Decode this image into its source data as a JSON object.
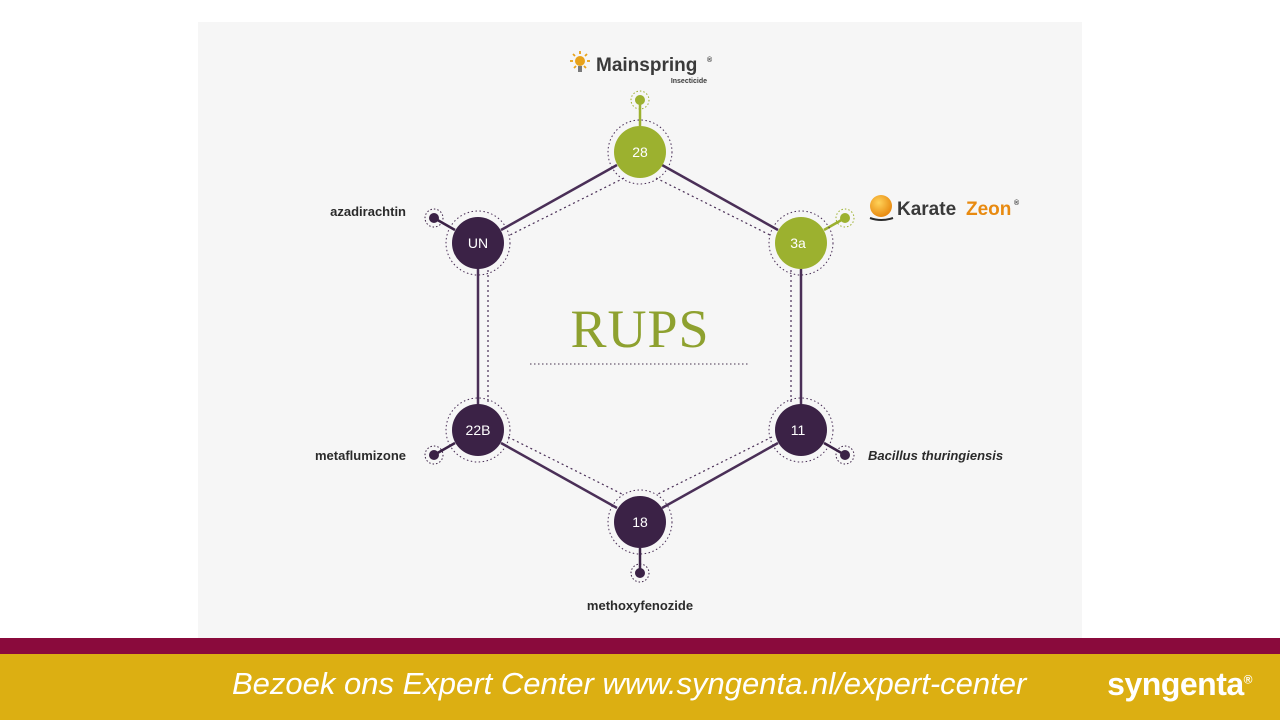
{
  "diagram": {
    "title": "RUPS",
    "nodes": [
      {
        "code": "28",
        "color": "#9cb12f",
        "drug": "Mainspring",
        "logo": "mainspring"
      },
      {
        "code": "3a",
        "color": "#9cb12f",
        "drug": "KarateZeon",
        "logo": "karate"
      },
      {
        "code": "11",
        "color": "#3b2246",
        "drug": "Bacillus thuringiensis"
      },
      {
        "code": "18",
        "color": "#3b2246",
        "drug": "methoxyfenozide"
      },
      {
        "code": "22B",
        "color": "#3b2246",
        "drug": "metaflumizone"
      },
      {
        "code": "UN",
        "color": "#3b2246",
        "drug": "azadirachtin"
      }
    ],
    "logos": {
      "mainspring_name": "Mainspring",
      "mainspring_reg": "®",
      "mainspring_sub": "Insecticide",
      "karate_part1": "Karate",
      "karate_part2": "Zeon",
      "karate_reg": "®"
    },
    "colors": {
      "green": "#9cb12f",
      "purple": "#3b2246"
    }
  },
  "footer": {
    "text": "Bezoek ons Expert Center www.syngenta.nl/expert-center",
    "brand": "syngenta",
    "brand_reg": "®",
    "stripe_color": "#8a0a3c",
    "bar_color": "#dcaf12"
  }
}
